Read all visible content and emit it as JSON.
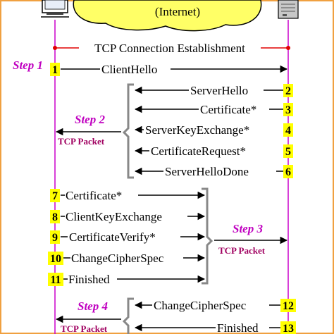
{
  "cloud": {
    "label": "(Internet)",
    "color": "#ffff66"
  },
  "connection": {
    "label": "TCP Connection Establishment",
    "dot_color": "#e00000"
  },
  "steps": [
    {
      "label": "Step 1"
    },
    {
      "label": "Step 2",
      "packet": "TCP Packet"
    },
    {
      "label": "Step 3",
      "packet": "TCP Packet"
    },
    {
      "label": "Step 4",
      "packet": "TCP Packet"
    }
  ],
  "messages": [
    {
      "n": "1",
      "text": "ClientHello"
    },
    {
      "n": "2",
      "text": "ServerHello"
    },
    {
      "n": "3",
      "text": "Certificate*"
    },
    {
      "n": "4",
      "text": "ServerKeyExchange*"
    },
    {
      "n": "5",
      "text": "CertificateRequest*"
    },
    {
      "n": "6",
      "text": "ServerHelloDone"
    },
    {
      "n": "7",
      "text": "Certificate*"
    },
    {
      "n": "8",
      "text": "ClientKeyExchange"
    },
    {
      "n": "9",
      "text": "CertificateVerify*"
    },
    {
      "n": "10",
      "text": "ChangeCipherSpec"
    },
    {
      "n": "11",
      "text": "Finished"
    },
    {
      "n": "12",
      "text": "ChangeCipherSpec"
    },
    {
      "n": "13",
      "text": "Finished"
    }
  ],
  "colors": {
    "lifeline": "#cc00cc",
    "step": "#c000c0",
    "packet": "#a00060",
    "number_box": "#ffff00",
    "frame": "#f0a040"
  }
}
